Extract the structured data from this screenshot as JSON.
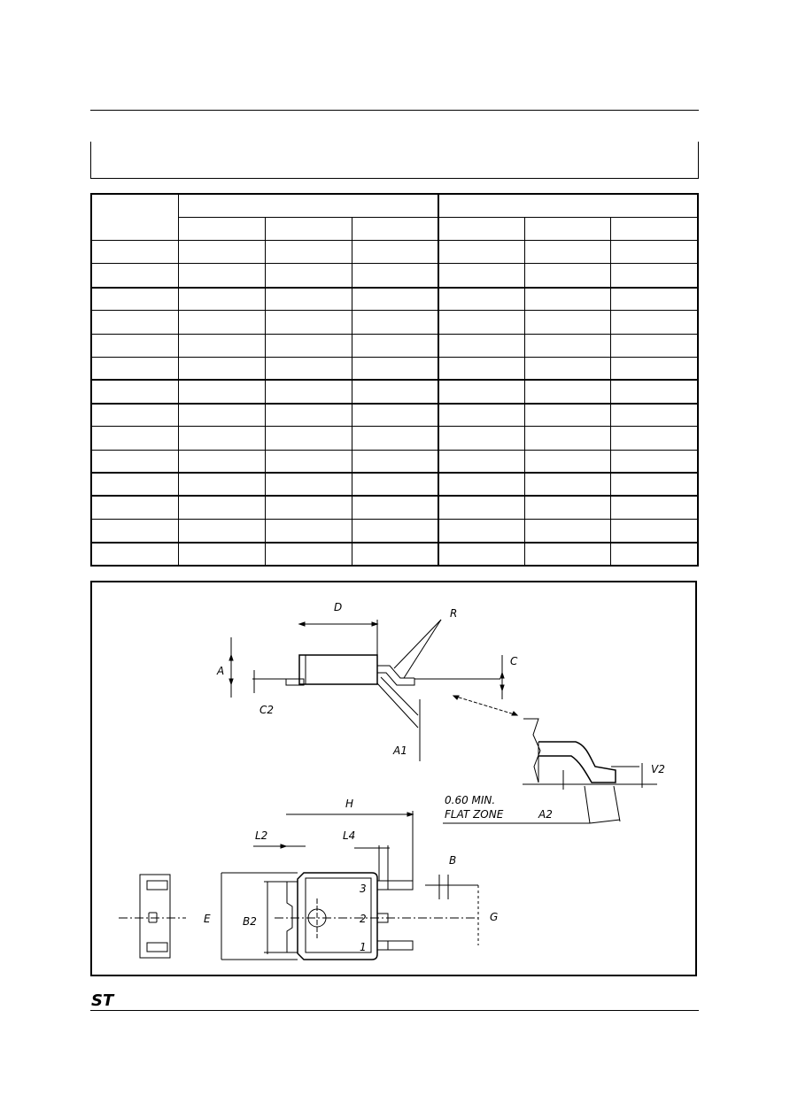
{
  "table": {
    "header": {
      "dim": "",
      "mm": "",
      "inch": ""
    },
    "subheader": [
      "",
      "",
      "",
      "",
      "",
      ""
    ],
    "rows": [
      [
        "",
        "",
        "",
        "",
        "",
        "",
        ""
      ],
      [
        "",
        "",
        "",
        "",
        "",
        "",
        ""
      ],
      [
        "",
        "",
        "",
        "",
        "",
        "",
        ""
      ],
      [
        "",
        "",
        "",
        "",
        "",
        "",
        ""
      ],
      [
        "",
        "",
        "",
        "",
        "",
        "",
        ""
      ],
      [
        "",
        "",
        "",
        "",
        "",
        "",
        ""
      ],
      [
        "",
        "",
        "",
        "",
        "",
        "",
        ""
      ],
      [
        "",
        "",
        "",
        "",
        "",
        "",
        ""
      ],
      [
        "",
        "",
        "",
        "",
        "",
        "",
        ""
      ],
      [
        "",
        "",
        "",
        "",
        "",
        "",
        ""
      ],
      [
        "",
        "",
        "",
        "",
        "",
        "",
        ""
      ],
      [
        "",
        "",
        "",
        "",
        "",
        "",
        ""
      ],
      [
        "",
        "",
        "",
        "",
        "",
        "",
        ""
      ],
      [
        "",
        "",
        "",
        "",
        "",
        "",
        ""
      ]
    ]
  },
  "drawing": {
    "labels": {
      "D": "D",
      "R": "R",
      "C": "C",
      "A": "A",
      "C2": "C2",
      "A1": "A1",
      "V2": "V2",
      "flat1": "0.60  MIN.",
      "flat2": "FLAT  ZONE",
      "A2": "A2",
      "H": "H",
      "L2": "L2",
      "L4": "L4",
      "B": "B",
      "E": "E",
      "B2": "B2",
      "G": "G",
      "pin3": "3",
      "pin2": "2",
      "pin1": "1"
    }
  },
  "logo": "ST"
}
